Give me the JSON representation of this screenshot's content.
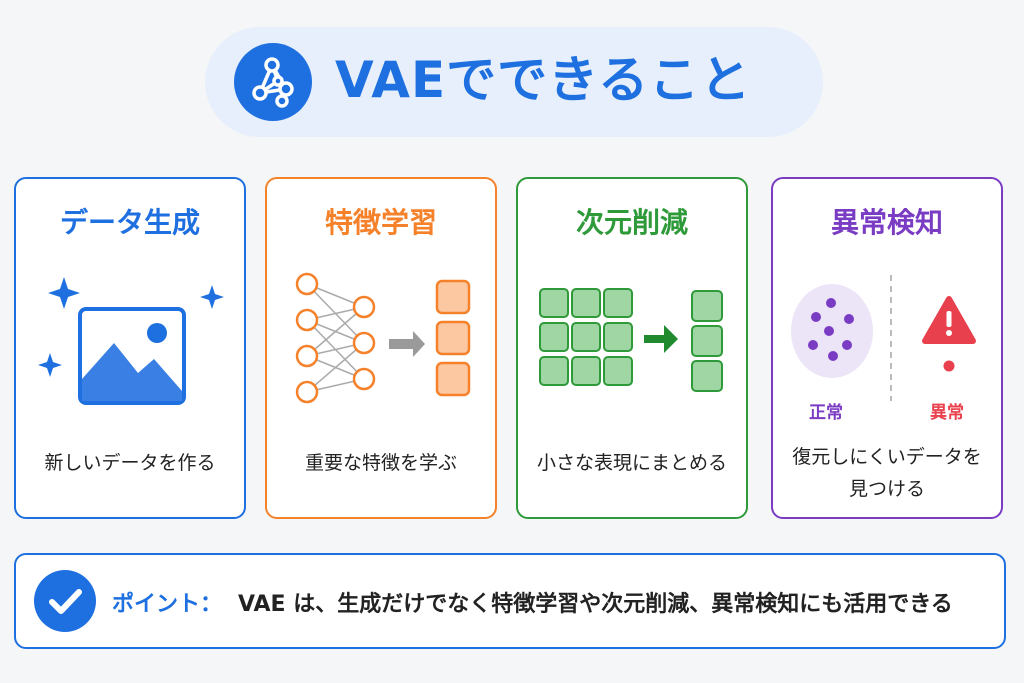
{
  "title": "VAEでできること",
  "colors": {
    "blue": "#1e6fe0",
    "orange": "#f5822a",
    "green": "#2e9a3a",
    "purple": "#7b3cc4",
    "red": "#e8404c"
  },
  "cards": [
    {
      "title": "データ生成",
      "desc": "新しいデータを作る",
      "icon": "image-sparkle-icon"
    },
    {
      "title": "特徴学習",
      "desc": "重要な特徴を学ぶ",
      "icon": "neural-network-icon"
    },
    {
      "title": "次元削減",
      "desc": "小さな表現にまとめる",
      "icon": "grid-reduce-icon"
    },
    {
      "title": "異常検知",
      "desc_line1": "復元しにくいデータを",
      "desc_line2": "見つける",
      "icon": "anomaly-icon",
      "normal_label": "正常",
      "abnormal_label": "異常"
    }
  ],
  "point": {
    "label": "ポイント：",
    "text": "VAE は、生成だけでなく特徴学習や次元削減、異常検知にも活用できる"
  }
}
